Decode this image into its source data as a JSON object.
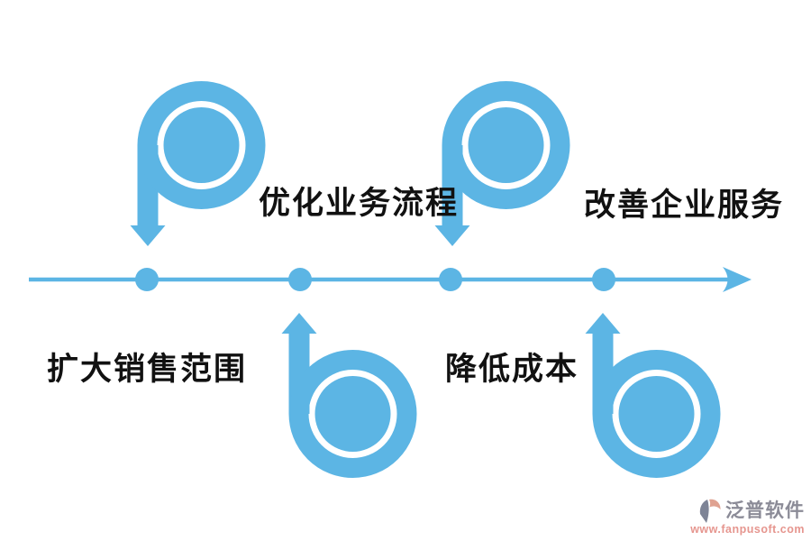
{
  "diagram": {
    "description": "Timeline infographic with four benefit steps marked by spiral arrows",
    "steps": [
      {
        "label": "优化业务流程",
        "arrow": "down",
        "row": "top",
        "dot_index": 1
      },
      {
        "label": "扩大销售范围",
        "arrow": "up",
        "row": "bottom",
        "dot_index": 2
      },
      {
        "label": "改善企业服务",
        "arrow": "down",
        "row": "top",
        "dot_index": 3
      },
      {
        "label": "降低成本",
        "arrow": "up",
        "row": "bottom",
        "dot_index": 4
      }
    ],
    "timeline": {
      "dot_count": 4,
      "direction": "left-to-right"
    },
    "icons": {
      "spiral_down": "p-shaped-spiral-arrow-down",
      "spiral_up": "b-shaped-spiral-arrow-up",
      "axis_end": "right-arrowhead"
    }
  },
  "watermark": {
    "brand": "泛普软件",
    "url": "www.fanpusoft.com"
  },
  "colors": {
    "accent": "#5CB5E4",
    "text": "#111111",
    "brand_gray": "#8B8B97",
    "url_salmon": "#E6968F",
    "icon_blue_gray": "#7E8496",
    "icon_salmon": "#DFA291"
  }
}
